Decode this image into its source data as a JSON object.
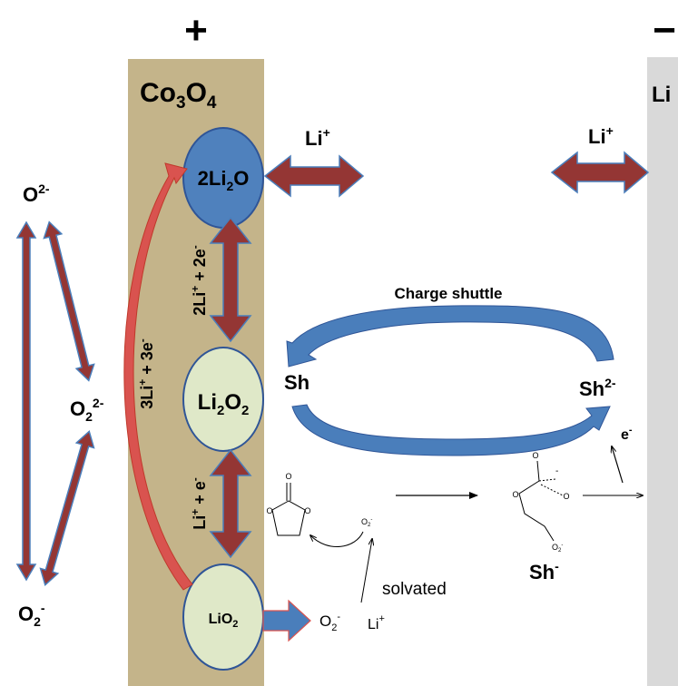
{
  "electrodes": {
    "positive": {
      "sign": "+",
      "material": {
        "main": "Co",
        "sub1": "3",
        "mid": "O",
        "sub2": "4"
      }
    },
    "negative": {
      "sign": "−",
      "material": "Li"
    }
  },
  "colors": {
    "cathode": "#c4b48a",
    "anode": "#d9d9d9",
    "li2o_fill": "#4f81bd",
    "oxide_fill": "#dfe8c8",
    "ellipse_stroke": "#2f5597",
    "arrow_red": "#943634",
    "arrow_blue": "#4a7ebb"
  },
  "species": {
    "li2o": {
      "main": "2Li",
      "sub": "2",
      "tail": "O"
    },
    "li2o2": {
      "main": "Li",
      "sub1": "2",
      "mid": "O",
      "sub2": "2"
    },
    "lio2": {
      "main": "LiO",
      "sub": "2"
    },
    "o2minus_2": {
      "main": "O",
      "sup": "2-"
    },
    "o2_2minus": {
      "main": "O",
      "sub": "2",
      "sup": "2-"
    },
    "o2_minus": {
      "main": "O",
      "sub": "2",
      "sup": "-"
    },
    "o2_minus_small": {
      "main": "O",
      "sub": "2",
      "sup": "-"
    },
    "li_plus_small": {
      "main": "Li",
      "sup": "+"
    }
  },
  "transport": {
    "li_plus_left": {
      "main": "Li",
      "sup": "+"
    },
    "li_plus_right": {
      "main": "Li",
      "sup": "+"
    }
  },
  "reactions": {
    "two_e": {
      "a": "2Li",
      "a_sup": "+",
      "b": " + 2e",
      "b_sup": "-"
    },
    "one_e": {
      "a": "Li",
      "a_sup": "+",
      "b": " + e",
      "b_sup": "-"
    },
    "three_e": {
      "a": "3Li",
      "a_sup": "+",
      "b": " + 3e",
      "b_sup": "-"
    }
  },
  "shuttle": {
    "title": "Charge shuttle",
    "sh": "Sh",
    "sh2": {
      "main": "Sh",
      "sup": "2-"
    },
    "electron": {
      "main": "e",
      "sup": "-"
    },
    "sh_minus": {
      "main": "Sh",
      "sup": "-"
    }
  },
  "solvation": {
    "solvated": "solvated",
    "molecule_o": "O",
    "radical_o": {
      "main": "O",
      "sub": "2",
      "sup": "-"
    },
    "carbonate_minus": "-"
  }
}
